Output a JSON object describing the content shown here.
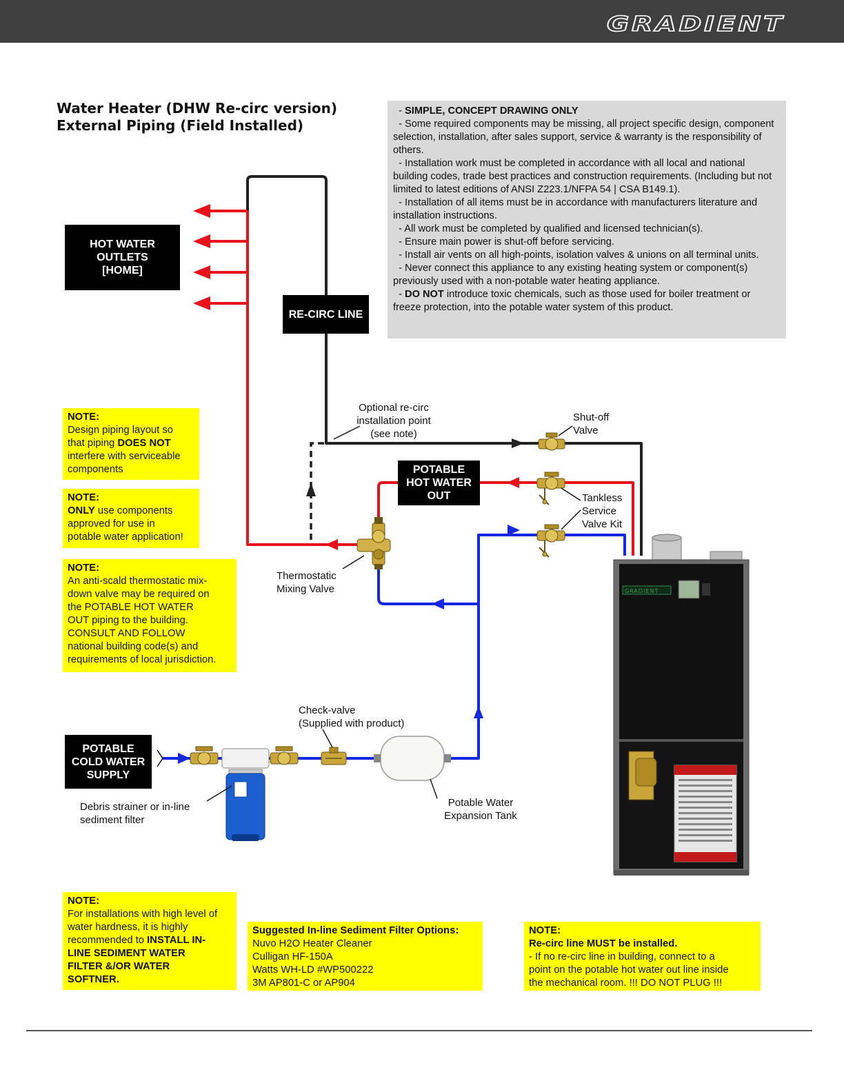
{
  "header": {
    "brand": "GRADIENT",
    "bar_color": "#3f3f3f"
  },
  "title": {
    "line1": "Water Heater (DHW Re-circ version)",
    "line2": "External Piping (Field Installed)"
  },
  "disclaimer": {
    "items": [
      {
        "bold": "SIMPLE, CONCEPT DRAWING ONLY",
        "text": ""
      },
      {
        "bold": "",
        "text": "Some required components may be missing, all project specific design, component selection, installation, after sales support, service & warranty is the responsibility of others."
      },
      {
        "bold": "",
        "text": "Installation work must be completed in accordance with all local and national building codes, trade best practices and construction requirements.  (Including but not limited to latest editions of ANSI Z223.1/NFPA 54 | CSA B149.1)."
      },
      {
        "bold": "",
        "text": "Installation of all items must be in accordance with manufacturers literature and installation instructions."
      },
      {
        "bold": "",
        "text": "All work must be completed by qualified and licensed technician(s)."
      },
      {
        "bold": "",
        "text": "Ensure main power is shut-off before servicing."
      },
      {
        "bold": "",
        "text": "Install air vents on all high-points, isolation valves & unions on all terminal units."
      },
      {
        "bold": "",
        "text": "Never connect this appliance to any existing heating system or component(s) previously used with a non-potable water heating appliance."
      },
      {
        "bold": "DO NOT",
        "text": " introduce toxic chemicals, such as those used for boiler treatment or freeze protection, into the potable water system of this product."
      }
    ]
  },
  "boxes": {
    "hot_outlets": [
      "HOT WATER",
      "OUTLETS",
      "[HOME]"
    ],
    "recirc_line": [
      "RE-CIRC LINE"
    ],
    "potable_hot_out": [
      "POTABLE",
      "HOT WATER",
      "OUT"
    ],
    "cold_supply": [
      "POTABLE",
      "COLD WATER",
      "SUPPLY"
    ]
  },
  "labels": {
    "optional_recirc": [
      "Optional re-circ",
      "installation point",
      "(see note)"
    ],
    "shutoff_valve": [
      "Shut-off",
      "Valve"
    ],
    "tankless_kit": [
      "Tankless",
      "Service",
      "Valve Kit"
    ],
    "thermostatic": [
      "Thermostatic",
      "Mixing Valve"
    ],
    "check_valve": [
      "Check-valve",
      "(Supplied with product)"
    ],
    "debris_strainer": [
      "Debris strainer or in-line",
      "sediment filter"
    ],
    "expansion_tank": [
      "Potable Water",
      "Expansion Tank"
    ],
    "heater_badge": "GRADIENT"
  },
  "notes": {
    "n1": {
      "heading": "NOTE:",
      "lines": [
        "Design piping layout so",
        "that piping ",
        "DOES NOT",
        "interfere with serviceable",
        "components"
      ]
    },
    "n2": {
      "heading": "NOTE:",
      "bold": "ONLY",
      "lines": [
        " use components",
        "approved for use in",
        "potable water application!"
      ]
    },
    "n3": {
      "heading": "NOTE:",
      "lines": [
        "An anti-scald thermostatic mix-",
        "down valve may be required on",
        "the POTABLE HOT WATER",
        "OUT piping to the building.",
        "CONSULT AND FOLLOW",
        "national building code(s) and",
        "requirements of local jurisdiction."
      ]
    },
    "n4": {
      "heading": "NOTE:",
      "lines": [
        "For installations with high level of",
        "water hardness, it is highly",
        "recommended to "
      ],
      "bold_lines": [
        "INSTALL IN-",
        "LINE SEDIMENT WATER",
        "FILTER &/OR WATER",
        "SOFTNER."
      ]
    },
    "n5": {
      "heading": "Suggested In-line Sediment Filter Options:",
      "lines": [
        "Nuvo H2O Heater Cleaner",
        "Culligan HF-150A",
        "Watts WH-LD #WP500222",
        "3M AP801-C  or  AP904"
      ]
    },
    "n6": {
      "heading": "NOTE:",
      "bold_line": "Re-circ line MUST be installed.",
      "lines": [
        "- If no re-circ line in building, connect to a",
        "point on the potable hot water out line inside",
        "the mechanical room.  !!!  DO NOT PLUG  !!!"
      ]
    }
  },
  "colors": {
    "hot": "#e8121b",
    "cold": "#1428e0",
    "recirc": "#222222",
    "note_bg": "#ffff00",
    "disclaimer_bg": "#d9d9d9"
  }
}
